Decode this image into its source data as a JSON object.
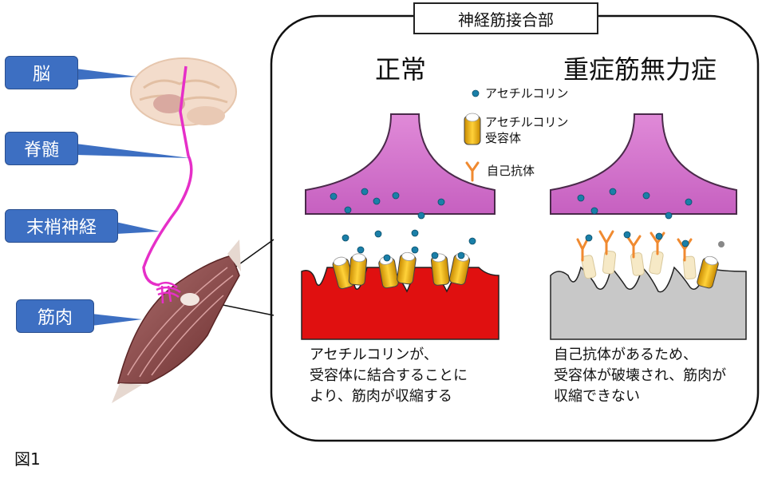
{
  "title": "神経筋接合部",
  "labels": {
    "brain": "脳",
    "spinal_cord": "脊髄",
    "peripheral_nerve": "末梢神経",
    "muscle": "筋肉"
  },
  "panels": {
    "normal": {
      "heading": "正常",
      "caption": [
        "アセチルコリンが、",
        "受容体に結合することに",
        "より、筋肉が収縮する"
      ]
    },
    "myasthenia": {
      "heading": "重症筋無力症",
      "caption": [
        "自己抗体があるため、",
        "受容体が破壊され、筋肉が",
        "収縮できない"
      ]
    }
  },
  "legend": {
    "acetylcholine": "アセチルコリン",
    "receptor_line1": "アセチルコリン",
    "receptor_line2": "受容体",
    "autoantibody": "自己抗体"
  },
  "figure_label": "図1",
  "colors": {
    "callout": "#3d6fc2",
    "nerve": "#e62fc8",
    "terminal": "#d97ad2",
    "muscle_normal": "#e01010",
    "muscle_disease": "#c8c8c8",
    "receptor": "#f0b400",
    "acetylcholine": "#1a7fa8",
    "antibody": "#f08a30"
  }
}
